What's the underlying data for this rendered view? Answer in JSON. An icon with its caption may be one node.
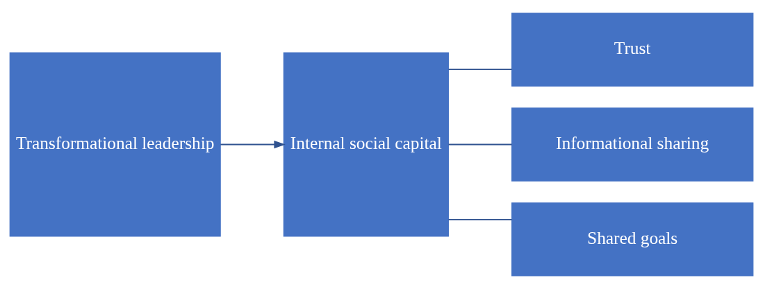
{
  "diagram": {
    "nodes": [
      {
        "text": [
          "Transformational leadership"
        ]
      },
      {
        "text": [
          "Internal social capital"
        ]
      },
      {
        "text": [
          "Trust"
        ]
      },
      {
        "text": [
          "Informational sharing"
        ]
      },
      {
        "text": [
          "Shared goals"
        ]
      }
    ],
    "edges": [
      {
        "from": 0,
        "to": 1,
        "arrow": "to"
      },
      {
        "from": 1,
        "to": 2,
        "arrow": "none"
      },
      {
        "from": 1,
        "to": 3,
        "arrow": "none"
      },
      {
        "from": 1,
        "to": 4,
        "arrow": "none"
      }
    ]
  }
}
